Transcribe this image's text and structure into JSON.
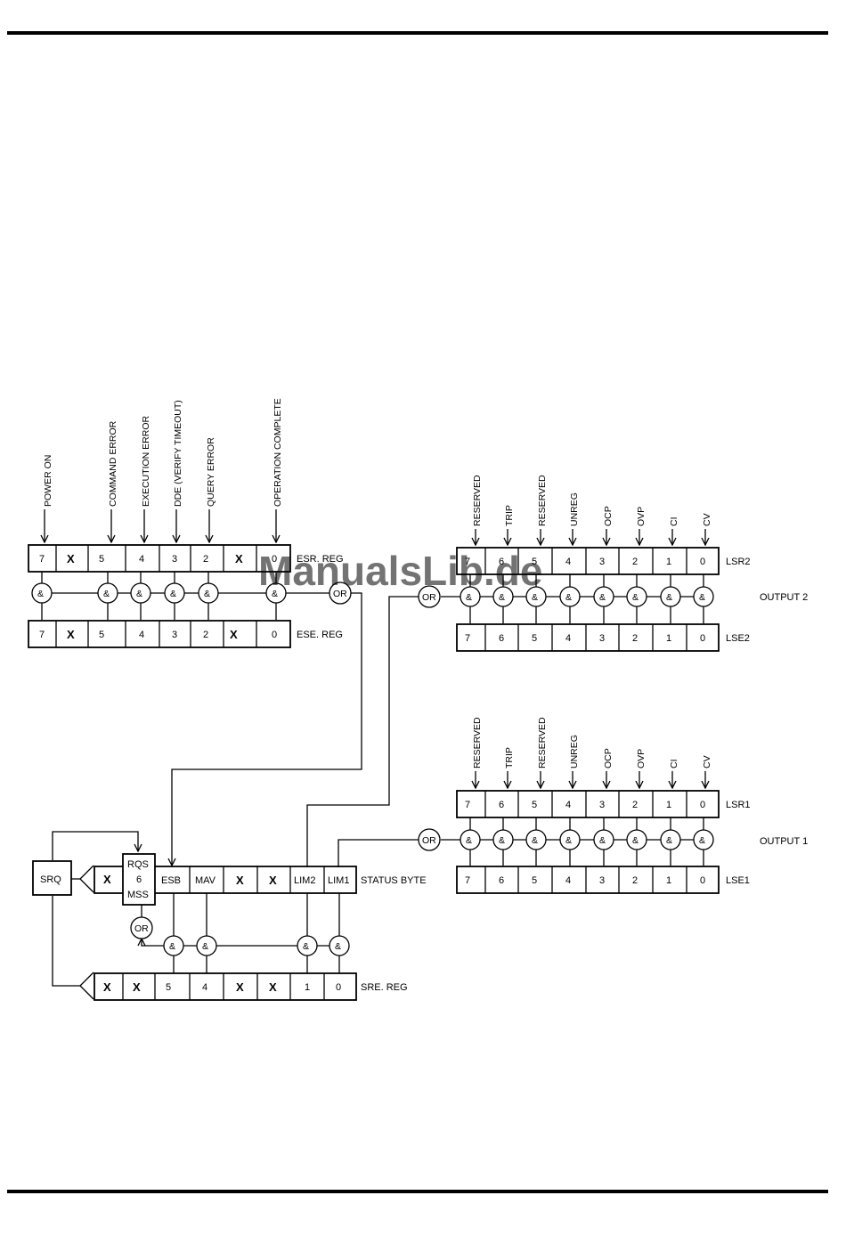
{
  "watermark": "ManualsLib.de",
  "esr": {
    "label": "ESR. REG",
    "cells": [
      "7",
      "X",
      "5",
      "4",
      "3",
      "2",
      "X",
      "0"
    ],
    "events": [
      "POWER ON",
      "COMMAND ERROR",
      "EXECUTION ERROR",
      "DDE (VERIFY TIMEOUT)",
      "QUERY ERROR",
      "OPERATION COMPLETE"
    ]
  },
  "ese": {
    "label": "ESE. REG",
    "cells": [
      "7",
      "X",
      "5",
      "4",
      "3",
      "2",
      "X",
      "0"
    ]
  },
  "lsr2": {
    "label": "LSR2",
    "cells": [
      "7",
      "6",
      "5",
      "4",
      "3",
      "2",
      "1",
      "0"
    ],
    "events": [
      "RESERVED",
      "TRIP",
      "RESERVED",
      "UNREG",
      "OCP",
      "OVP",
      "CI",
      "CV"
    ]
  },
  "lse2": {
    "label": "LSE2",
    "cells": [
      "7",
      "6",
      "5",
      "4",
      "3",
      "2",
      "1",
      "0"
    ]
  },
  "output2": "OUTPUT 2",
  "lsr1": {
    "label": "LSR1",
    "cells": [
      "7",
      "6",
      "5",
      "4",
      "3",
      "2",
      "1",
      "0"
    ],
    "events": [
      "RESERVED",
      "TRIP",
      "RESERVED",
      "UNREG",
      "OCP",
      "OVP",
      "CI",
      "CV"
    ]
  },
  "lse1": {
    "label": "LSE1",
    "cells": [
      "7",
      "6",
      "5",
      "4",
      "3",
      "2",
      "1",
      "0"
    ]
  },
  "output1": "OUTPUT 1",
  "status": {
    "label": "STATUS BYTE",
    "cells": [
      "X",
      "RQS",
      "6",
      "MSS",
      "ESB",
      "MAV",
      "X",
      "X",
      "LIM2",
      "LIM1"
    ]
  },
  "sre": {
    "label": "SRE. REG",
    "cells": [
      "X",
      "X",
      "5",
      "4",
      "X",
      "X",
      "1",
      "0"
    ]
  },
  "srq": "SRQ",
  "gate_and": "&",
  "gate_or": "OR"
}
